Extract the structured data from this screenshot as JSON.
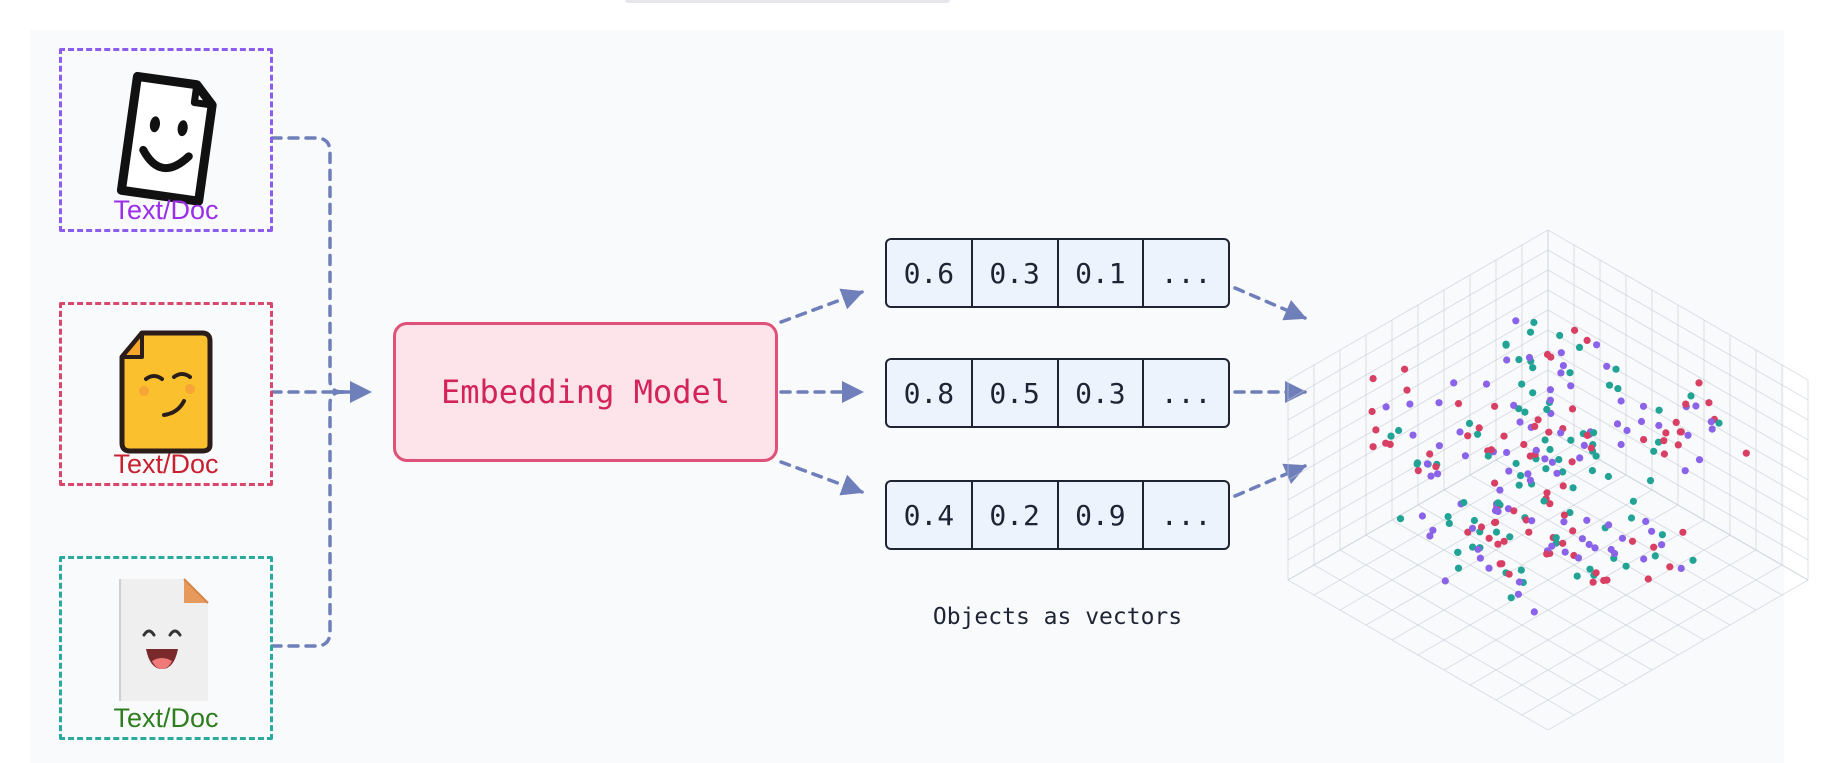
{
  "inputs": [
    {
      "label": "Text/Doc",
      "color": "#8c5cf0",
      "label_color": "#9b2ee8",
      "icon": "smiling-document-icon"
    },
    {
      "label": "Text/Doc",
      "color": "#d9486c",
      "label_color": "#c8202f",
      "icon": "content-document-icon"
    },
    {
      "label": "Text/Doc",
      "color": "#2aa9a0",
      "label_color": "#2e7d1e",
      "icon": "laughing-document-icon"
    }
  ],
  "model": {
    "label": "Embedding Model"
  },
  "vectors": [
    {
      "values": [
        "0.6",
        "0.3",
        "0.1",
        "..."
      ]
    },
    {
      "values": [
        "0.8",
        "0.5",
        "0.3",
        "..."
      ]
    },
    {
      "values": [
        "0.4",
        "0.2",
        "0.9",
        "..."
      ]
    }
  ],
  "caption": "Objects as vectors",
  "vector_space": {
    "point_colors": [
      "#d83f63",
      "#8b63e8",
      "#21a396"
    ],
    "grid_color": "#c5cbd8"
  },
  "connector_color": "#6f7fba"
}
